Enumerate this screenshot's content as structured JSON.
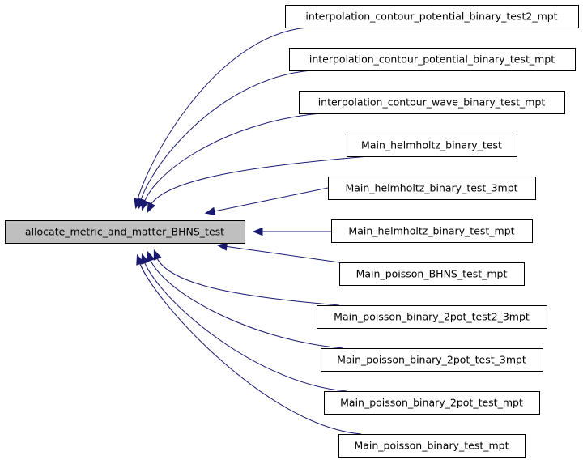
{
  "graph": {
    "edge_color": "#191970",
    "focus_fill": "#bfbfbf",
    "target": {
      "id": "target",
      "label": "allocate_metric_and_matter_BHNS_test"
    },
    "callers": [
      {
        "id": "c0",
        "label": "interpolation_contour_potential_binary_test2_mpt"
      },
      {
        "id": "c1",
        "label": "interpolation_contour_potential_binary_test_mpt"
      },
      {
        "id": "c2",
        "label": "interpolation_contour_wave_binary_test_mpt"
      },
      {
        "id": "c3",
        "label": "Main_helmholtz_binary_test"
      },
      {
        "id": "c4",
        "label": "Main_helmholtz_binary_test_3mpt"
      },
      {
        "id": "c5",
        "label": "Main_helmholtz_binary_test_mpt"
      },
      {
        "id": "c6",
        "label": "Main_poisson_BHNS_test_mpt"
      },
      {
        "id": "c7",
        "label": "Main_poisson_binary_2pot_test2_3mpt"
      },
      {
        "id": "c8",
        "label": "Main_poisson_binary_2pot_test_3mpt"
      },
      {
        "id": "c9",
        "label": "Main_poisson_binary_2pot_test_mpt"
      },
      {
        "id": "c10",
        "label": "Main_poisson_binary_test_mpt"
      }
    ]
  }
}
